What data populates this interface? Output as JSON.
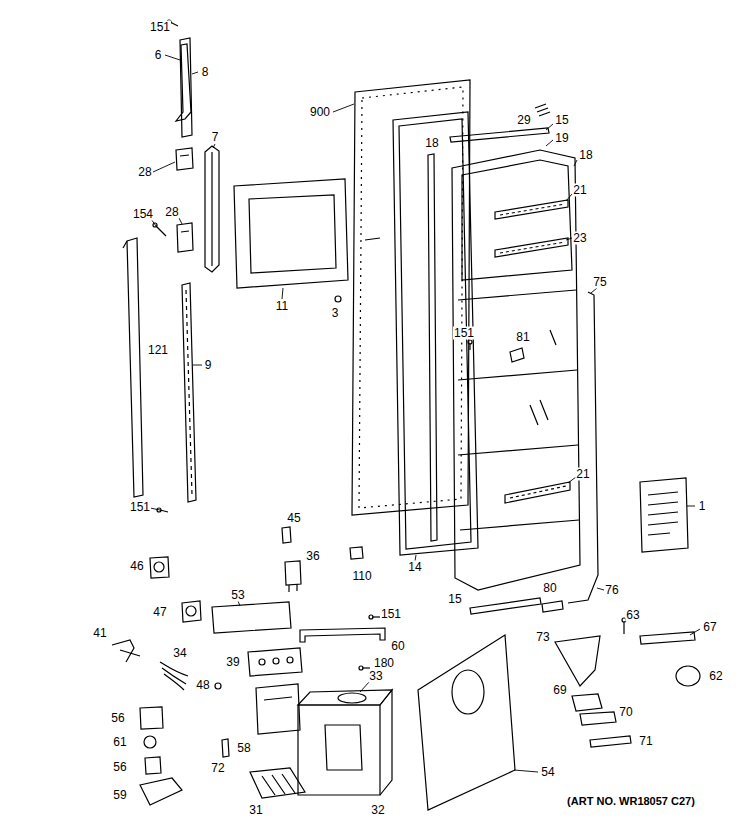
{
  "diagram": {
    "labels": [
      "151",
      "6",
      "8",
      "900",
      "29",
      "15",
      "18",
      "19",
      "18",
      "7",
      "28",
      "154",
      "28",
      "21",
      "23",
      "11",
      "3",
      "75",
      "121",
      "151",
      "81",
      "9",
      "21",
      "1",
      "151",
      "45",
      "36",
      "110",
      "14",
      "46",
      "15",
      "80",
      "76",
      "53",
      "151",
      "63",
      "67",
      "47",
      "41",
      "60",
      "34",
      "73",
      "62",
      "39",
      "180",
      "33",
      "48",
      "69",
      "70",
      "56",
      "58",
      "72",
      "61",
      "71",
      "56",
      "54",
      "59",
      "31",
      "32",
      "(ART NO. WR18057 C27)"
    ]
  }
}
